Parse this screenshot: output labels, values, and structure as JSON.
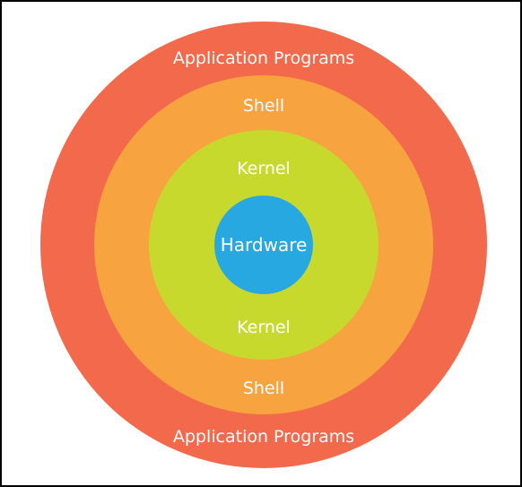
{
  "layers": [
    {
      "id": "app",
      "top_label": "Application Programs",
      "bottom_label": "Application Programs",
      "color": "#F2694C"
    },
    {
      "id": "shell",
      "top_label": "Shell",
      "bottom_label": "Shell",
      "color": "#F7A33F"
    },
    {
      "id": "kernel",
      "top_label": "Kernel",
      "bottom_label": "Kernel",
      "color": "#C8D92E"
    },
    {
      "id": "hardware",
      "label": "Hardware",
      "color": "#27A8E0"
    }
  ]
}
